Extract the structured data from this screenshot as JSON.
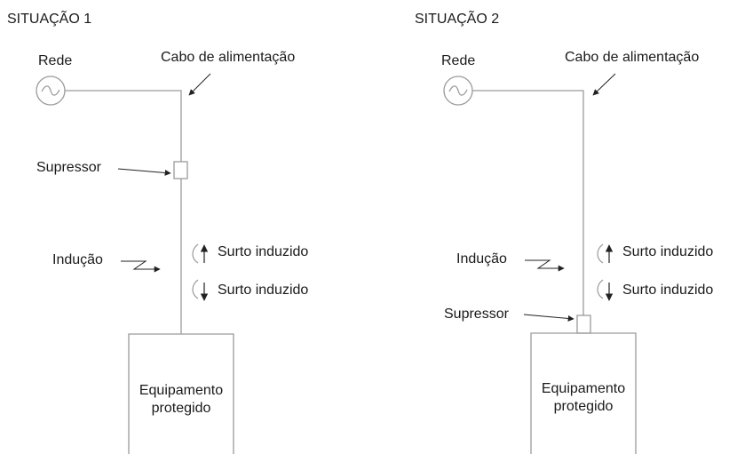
{
  "situation1": {
    "title": "SITUAÇÃO 1",
    "source_label": "Rede",
    "cable_label": "Cabo de alimentação",
    "suppressor_label": "Supressor",
    "induction_label": "Indução",
    "surge_up_label": "Surto induzido",
    "surge_down_label": "Surto induzido",
    "equipment_line1": "Equipamento",
    "equipment_line2": "protegido"
  },
  "situation2": {
    "title": "SITUAÇÃO 2",
    "source_label": "Rede",
    "cable_label": "Cabo de alimentação",
    "suppressor_label": "Supressor",
    "induction_label": "Indução",
    "surge_up_label": "Surto induzido",
    "surge_down_label": "Surto induzido",
    "equipment_line1": "Equipamento",
    "equipment_line2": "protegido"
  },
  "colors": {
    "line": "#9a9a9a",
    "arrow": "#222222",
    "text": "#1a1a1a"
  }
}
